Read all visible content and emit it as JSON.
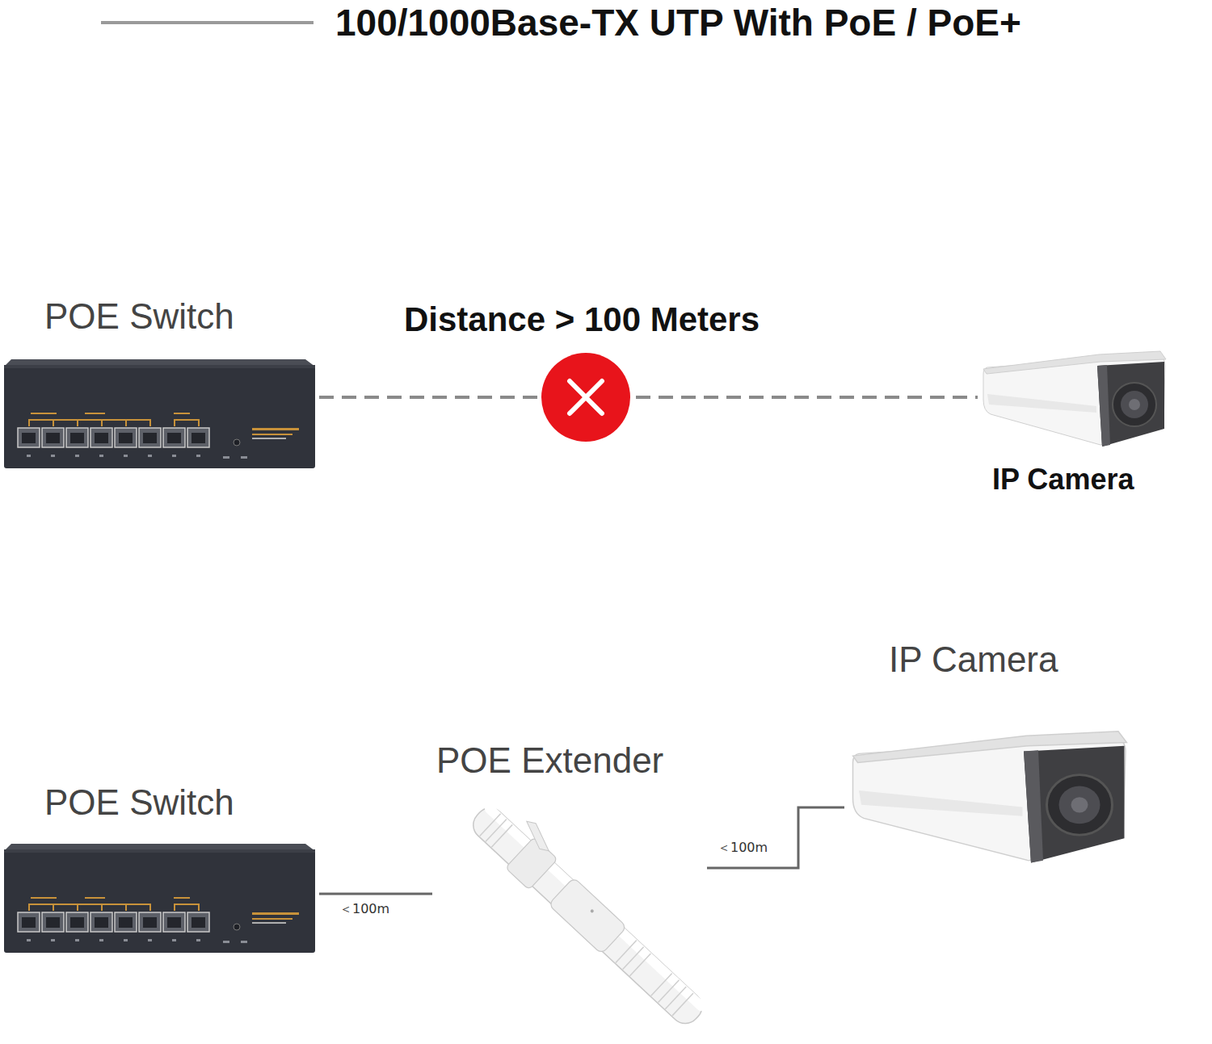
{
  "diagram": {
    "title": "100/1000Base-TX UTP With PoE / PoE+",
    "nodes": [
      {
        "text": [
          "POE Switch"
        ]
      },
      {
        "text": [
          "IP Camera"
        ]
      },
      {
        "text": [
          "POE Switch"
        ]
      },
      {
        "text": [
          "POE Extender"
        ]
      },
      {
        "text": [
          "IP Camera"
        ]
      }
    ],
    "edges": [
      {
        "from": 0,
        "to": 1,
        "arrow": "none",
        "label": "Distance > 100 Meters"
      },
      {
        "from": 2,
        "to": 3,
        "arrow": "none",
        "label": "＜100m"
      },
      {
        "from": 3,
        "to": 4,
        "arrow": "none",
        "label": "＜100m"
      }
    ]
  }
}
